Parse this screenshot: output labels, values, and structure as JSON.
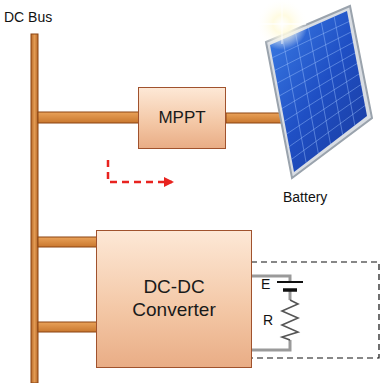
{
  "diagram": {
    "nodes": [
      {
        "text": [
          "MPPT"
        ]
      },
      {
        "text": [
          "DC-DC Converter"
        ]
      }
    ],
    "labels": [
      "DC Bus",
      "Battery",
      "E",
      "R"
    ]
  }
}
